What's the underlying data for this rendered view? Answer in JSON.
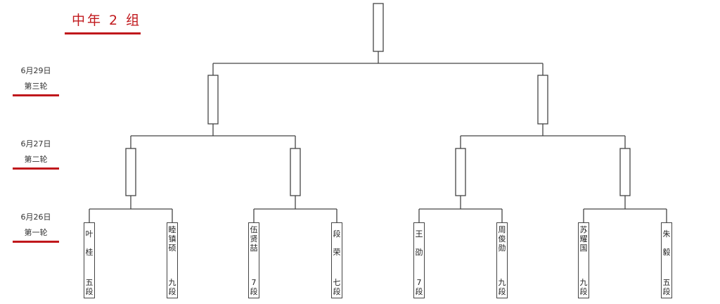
{
  "title": "中年 2 组",
  "rounds": [
    {
      "date": "6月29日",
      "name": "第三轮"
    },
    {
      "date": "6月27日",
      "name": "第二轮"
    },
    {
      "date": "6月26日",
      "name": "第一轮"
    }
  ],
  "players": [
    {
      "name": "叶桂",
      "rank": "五段"
    },
    {
      "name": "睦镇硕",
      "rank": "九段"
    },
    {
      "name": "伍贤喆",
      "rank": "7段"
    },
    {
      "name": "段荣",
      "rank": "七段"
    },
    {
      "name": "王劭",
      "rank": "7段"
    },
    {
      "name": "周俊勋",
      "rank": "九段"
    },
    {
      "name": "苏耀国",
      "rank": "九段"
    },
    {
      "name": "朱毅",
      "rank": "五段"
    }
  ],
  "colors": {
    "accent": "#c0181c",
    "line": "#444444"
  }
}
